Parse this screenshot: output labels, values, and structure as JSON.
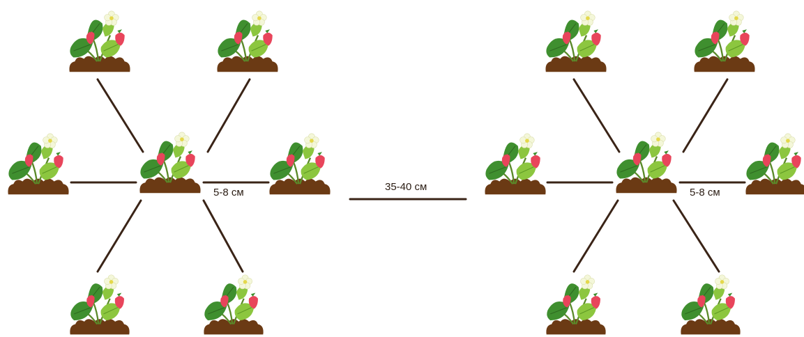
{
  "diagram": {
    "inner_spacing_left": "5-8 см",
    "row_spacing": "35-40 см",
    "inner_spacing_right": "5-8 см"
  },
  "colors": {
    "soil": "#6b3a14",
    "leaf_dark": "#3f8f2f",
    "leaf_light": "#8cc63f",
    "berry": "#e8455b",
    "flower": "#f4f7d9",
    "line": "#3a2417"
  },
  "plant_icon": "strawberry-plant-icon"
}
